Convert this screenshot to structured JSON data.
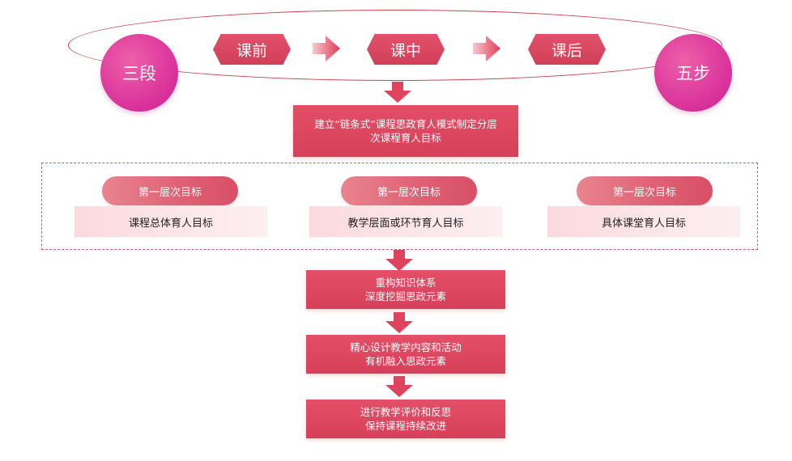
{
  "stages": {
    "left_circle": "三段",
    "right_circle": "五步",
    "steps": [
      "课前",
      "课中",
      "课后"
    ]
  },
  "goal_box": {
    "line1": "建立“链条式”课程思政育人模式制定分层",
    "line2": "次课程育人目标"
  },
  "levels": [
    {
      "tag": "第一层次目标",
      "desc": "课程总体育人目标"
    },
    {
      "tag": "第一层次目标",
      "desc": "教学层面或环节育人目标"
    },
    {
      "tag": "第一层次目标",
      "desc": "具体课堂育人目标"
    }
  ],
  "process": [
    {
      "line1": "重构知识体系",
      "line2": "深度挖掘思政元素"
    },
    {
      "line1": "精心设计教学内容和活动",
      "line2": "有机融入思政元素"
    },
    {
      "line1": "进行教学评价和反思",
      "line2": "保持课程持续改进"
    }
  ],
  "colors": {
    "primary_red": "#d9435c",
    "circle_magenta": "#d9309a",
    "pill_pink": "#de6073",
    "light_pink": "#fde7ea",
    "ellipse_stroke": "#c9444f"
  }
}
